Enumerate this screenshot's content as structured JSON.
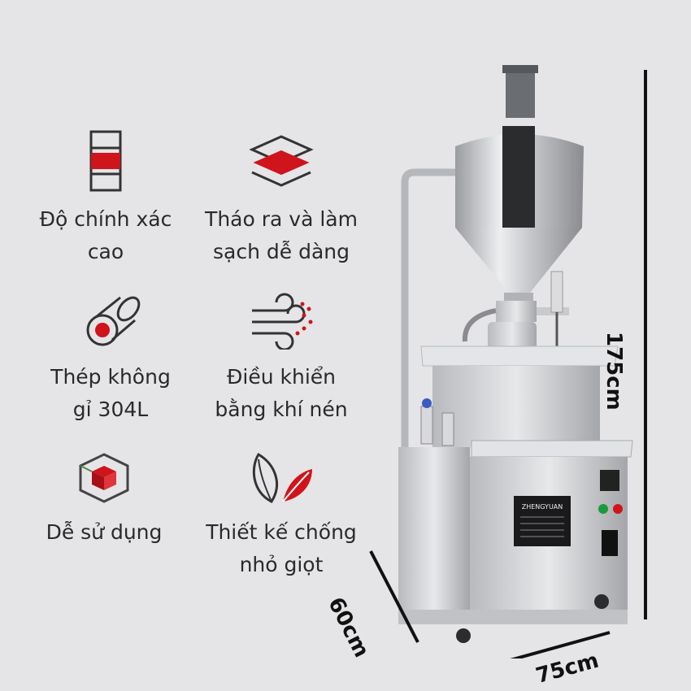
{
  "features": [
    {
      "icon": "precision-gauge-icon",
      "label_line1": "Độ chính xác",
      "label_line2": "cao"
    },
    {
      "icon": "stacked-layers-icon",
      "label_line1": "Tháo ra và làm",
      "label_line2": "sạch dễ dàng"
    },
    {
      "icon": "steel-pipe-icon",
      "label_line1": "Thép không",
      "label_line2": "gỉ 304L"
    },
    {
      "icon": "air-flow-icon",
      "label_line1": "Điều khiển",
      "label_line2": "bằng khí nén"
    },
    {
      "icon": "cube-icon",
      "label_line1": "Dễ sử dụng",
      "label_line2": ""
    },
    {
      "icon": "leaf-drop-icon",
      "label_line1": "Thiết kế chống",
      "label_line2": "nhỏ giọt"
    }
  ],
  "dimensions": {
    "height": "175cm",
    "depth": "60cm",
    "width": "75cm"
  },
  "machine_panel_brand": "ZHENGYUAN",
  "colors": {
    "background": "#e5e5e7",
    "accent_red": "#d0141c",
    "text": "#2a2a2a"
  }
}
